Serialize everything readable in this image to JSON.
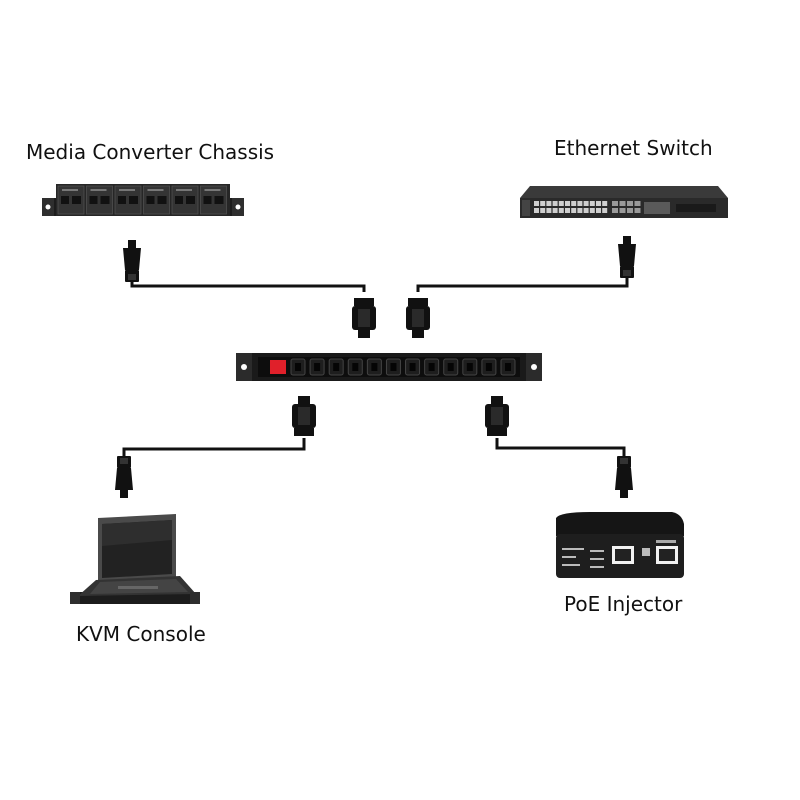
{
  "labels": {
    "media_converter_chassis": "Media Converter Chassis",
    "ethernet_switch": "Ethernet Switch",
    "kvm_console": "KVM Console",
    "poe_injector": "PoE Injector"
  },
  "pdu": {
    "outlet_count": 12,
    "switch_color": "#e0202a"
  },
  "colors": {
    "cable": "#111111",
    "device_body": "#1c1c1c",
    "background": "#ffffff"
  }
}
